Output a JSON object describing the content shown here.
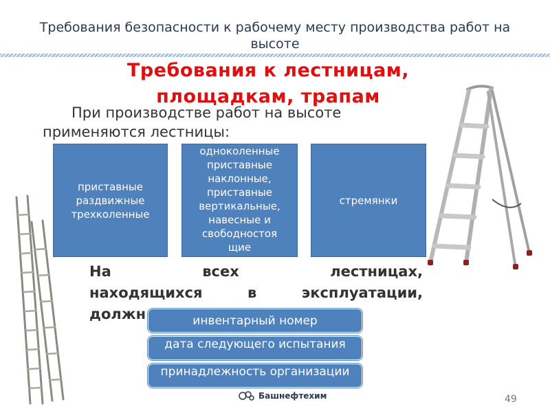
{
  "header": {
    "title": "Требования безопасности к рабочему месту производства работ на высоте"
  },
  "section_title": {
    "line1": "Требования к лестницам,",
    "line2": "площадкам, трапам"
  },
  "intro": {
    "line1": "При производстве работ на высоте",
    "line2": "применяются лестницы:"
  },
  "ladder_types": [
    {
      "label": "приставные\nраздвижные\nтрехколенные"
    },
    {
      "label": "одноколенные\nприставные\nнаклонные,\nприставные\nвертикальные,\nнавесные и\nсвободностоя\nщие"
    },
    {
      "label": "стремянки"
    }
  ],
  "paragraph": {
    "row1": [
      "На",
      "всех",
      "лестницах,"
    ],
    "row2": [
      "находящихся",
      "в",
      "эксплуатации,"
    ],
    "row3": "должн"
  },
  "requirements": [
    {
      "label": "инвентарный номер"
    },
    {
      "label": "дата следующего испытания"
    },
    {
      "label": "принадлежность организации"
    }
  ],
  "footer": {
    "logo_text": "Башнефтехим",
    "page_number": "49"
  },
  "colors": {
    "accent_red": "#e01010",
    "box_blue": "#4f81bd"
  }
}
